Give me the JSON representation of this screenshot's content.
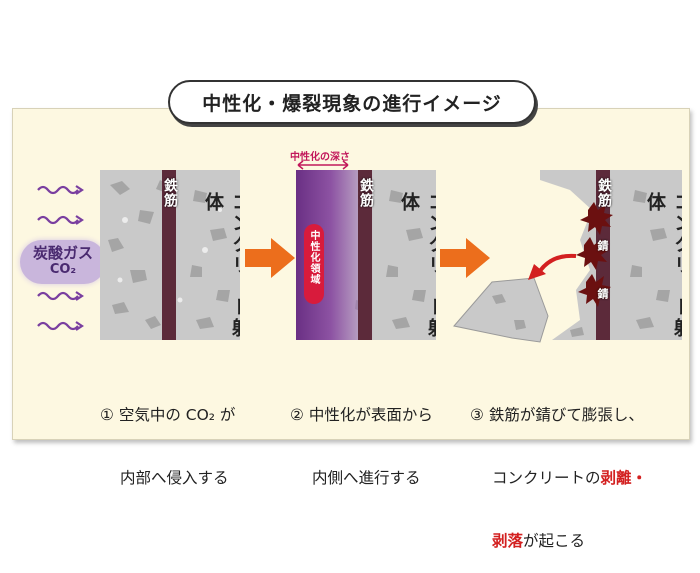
{
  "title": "中性化・爆裂現象の進行イメージ",
  "stage1": {
    "gas_label_line1": "炭酸ガス",
    "gas_label_line2": "CO₂",
    "rebar_label": "鉄筋",
    "body_label": "コンクリート躯体",
    "caption_line1": "① 空気中の CO₂ が",
    "caption_line2": "内部へ侵入する"
  },
  "stage2": {
    "depth_label": "中性化の深さ",
    "zone_label": "中性化領域",
    "rebar_label": "鉄筋",
    "body_label": "コンクリート躯体",
    "caption_line1": "② 中性化が表面から",
    "caption_line2": "内側へ進行する"
  },
  "stage3": {
    "rebar_label": "鉄筋",
    "rust_label": "錆",
    "body_label": "コンクリート躯体",
    "caption_line1": "③ 鉄筋が錆びて膨張し、",
    "caption_line2_a": "コンクリートの",
    "caption_line2_b": "剥離・",
    "caption_line3_a": "剥落",
    "caption_line3_b": "が起こる"
  },
  "colors": {
    "panel_bg": "#fdf8e1",
    "concrete": "#c9c9c9",
    "rebar": "#5c2a3a",
    "co2_arrow": "#7a3fa0",
    "neutral_zone": "#7b3f8a",
    "progress_arrow": "#ec6e1c",
    "rust": "#6b1010",
    "accent_red": "#d32020"
  },
  "icons": [
    "co2-wave-arrow-icon",
    "progress-arrow-icon",
    "fall-arrow-icon",
    "rust-burst-icon"
  ]
}
